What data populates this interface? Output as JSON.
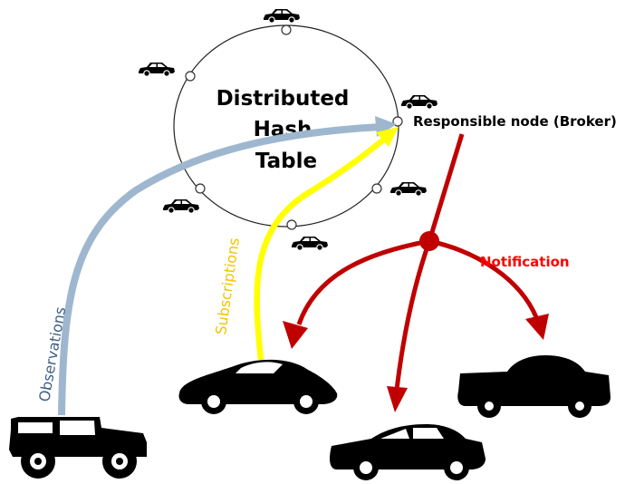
{
  "diagram": {
    "dht_title_lines": [
      "Distributed",
      "Hash",
      "Table"
    ],
    "broker_label": "Responsible node (Broker)",
    "notification_label": "Notification",
    "subscriptions_label": "Subscriptions",
    "observations_label": "Observations"
  },
  "colors": {
    "observations": "#9eb7cf",
    "subscriptions": "#ffff00",
    "subscriptions_text": "#f2c500",
    "notification": "#c00000",
    "observations_text": "#3f5f87"
  },
  "icons": {
    "ring_nodes": "small-car-icon",
    "publisher": "jeep-icon",
    "subscriber": "sports-car-icon",
    "receivers": [
      "sedan-icon",
      "coupe-icon"
    ]
  }
}
